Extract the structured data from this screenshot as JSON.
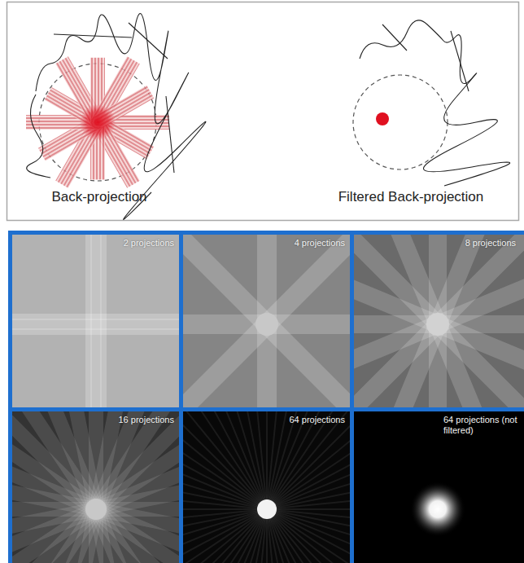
{
  "diagram": {
    "nodes": [
      {
        "text": [
          "2 projections"
        ]
      },
      {
        "text": [
          "4 projections"
        ]
      },
      {
        "text": [
          "8 projections"
        ]
      },
      {
        "text": [
          "16 projections"
        ]
      },
      {
        "text": [
          "64 projections"
        ]
      },
      {
        "text": [
          "64 projections (not filtered)"
        ]
      }
    ],
    "labels": [
      "Back-projection",
      "Filtered Back-projection"
    ]
  }
}
